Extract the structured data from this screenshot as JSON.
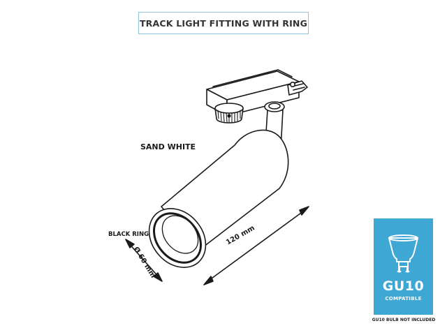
{
  "title": "TRACK LIGHT FITTING WITH RING",
  "labels": {
    "body_color": "SAND WHITE",
    "ring_color": "BLACK RING"
  },
  "dimensions": {
    "length": "120 mm",
    "diameter": "Ø 60 mm"
  },
  "badge": {
    "type": "GU10",
    "compat": "COMPATIBLE",
    "icon": "gu10-bulb-icon",
    "background_color": "#3ea7d3"
  },
  "note": "GU10 BULB NOT INCLUDED",
  "colors": {
    "title_border": "#8fc3df",
    "line": "#1a1a1a"
  }
}
